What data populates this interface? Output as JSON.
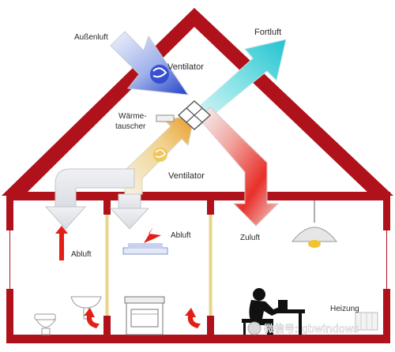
{
  "labels": {
    "aussenluft": "Außenluft",
    "fortluft": "Fortluft",
    "ventilator_top": "Ventilator",
    "waerme_line1": "Wärme-",
    "waerme_line2": "tauscher",
    "ventilator_bottom": "Ventilator",
    "abluft_left": "Abluft",
    "abluft_mid": "Abluft",
    "zuluft": "Zuluft",
    "heizung": "Heizung"
  },
  "watermark": {
    "text": "微信号: gbwindows"
  },
  "colors": {
    "house": "#b0121b",
    "outside_air": "#5a7fd6",
    "exhaust_air": "#4fd4d8",
    "supply_air": "#e8302a",
    "extract_air": "#e8b34a",
    "pipe": "#e6d489",
    "arrow": "#e21f17"
  }
}
